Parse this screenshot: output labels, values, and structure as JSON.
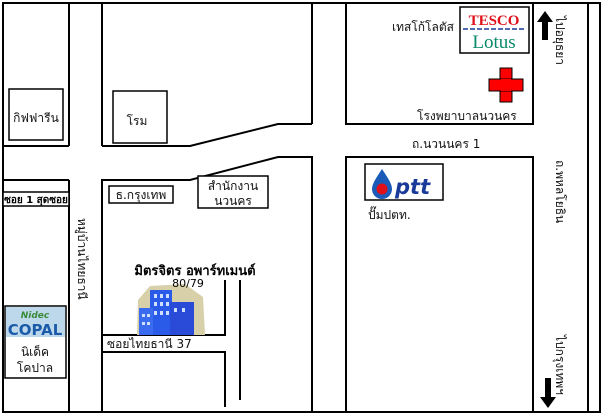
{
  "places": {
    "giffarine": "กิฟฟารีน",
    "rome": "โรม",
    "bangkok_bank": "ธ.กรุงเทพ",
    "office_line1": "สำนักงาน",
    "office_line2": "นวนคร",
    "soi1": "ซอย 1 สุดซอย",
    "tesco_label": "เทสโก้โลตัส",
    "hospital": "โรงพยาบาลนวนคร",
    "ptt_label": "ปั๊มปตท.",
    "apartment_name": "มิตรจิตร อพาร์ทเมนต์",
    "apartment_number": "80/79",
    "nidec_line1": "นิเด็ค",
    "nidec_line2": "โคปาล"
  },
  "roads": {
    "navanakorn1": "ถ.นวนนคร 1",
    "phahonyothin": "ถ.พหลโยธิน",
    "to_ayutthaya": "ไปอยุธยา",
    "to_bangkok": "ไปกรุงเทพฯ",
    "village": "หมู่บ้านไทยธานี",
    "soi37": "ซอยไทยธานี 37"
  },
  "logos": {
    "tesco_top": "TESCO",
    "tesco_bottom": "Lotus",
    "ptt": "ptt",
    "nidec": "Nidec",
    "copal": "COPAL"
  },
  "colors": {
    "tesco_red": "#e0101a",
    "lotus_green": "#0a8a6a",
    "ptt_blue": "#1a3a9a",
    "cross_red": "#ff0000",
    "copal_blue": "#1a5aa8"
  },
  "icons": [
    "arrow-up-icon",
    "arrow-down-icon",
    "red-cross-icon",
    "building-icon"
  ]
}
